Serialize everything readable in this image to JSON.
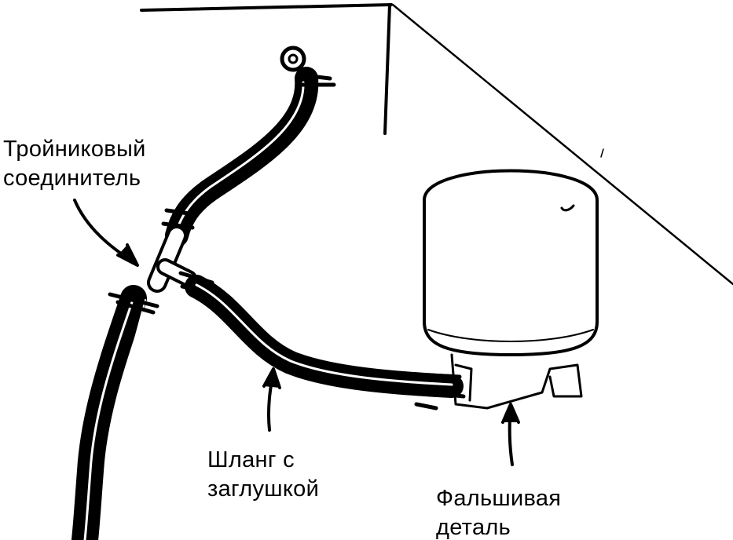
{
  "labels": {
    "tee_connector": [
      "Тройниковый",
      "соединитель"
    ],
    "plugged_hose": [
      "Шланг с",
      "заглушкой"
    ],
    "dummy_part": [
      "Фальшивая",
      "деталь"
    ]
  },
  "colors": {
    "ink": "#000000",
    "paper": "#ffffff"
  }
}
